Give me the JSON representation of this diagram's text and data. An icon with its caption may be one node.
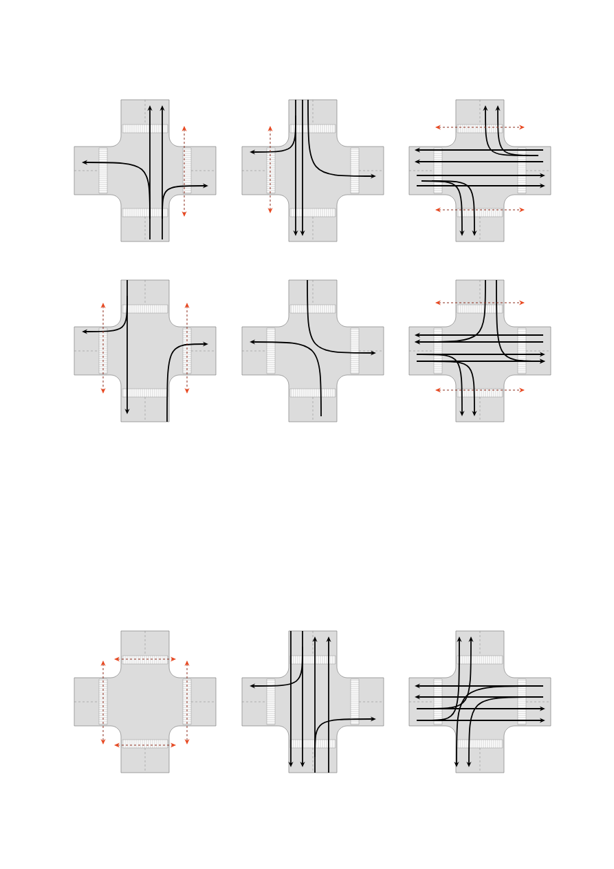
{
  "diagram": {
    "nodes": [
      {
        "text": [],
        "shape": "picture"
      },
      {
        "text": [],
        "shape": "picture"
      },
      {
        "text": [],
        "shape": "picture"
      },
      {
        "text": [],
        "shape": "picture"
      },
      {
        "text": [],
        "shape": "picture"
      },
      {
        "text": [],
        "shape": "picture"
      },
      {
        "text": [],
        "shape": "picture"
      },
      {
        "text": [],
        "shape": "picture"
      },
      {
        "text": [],
        "shape": "picture"
      }
    ]
  }
}
